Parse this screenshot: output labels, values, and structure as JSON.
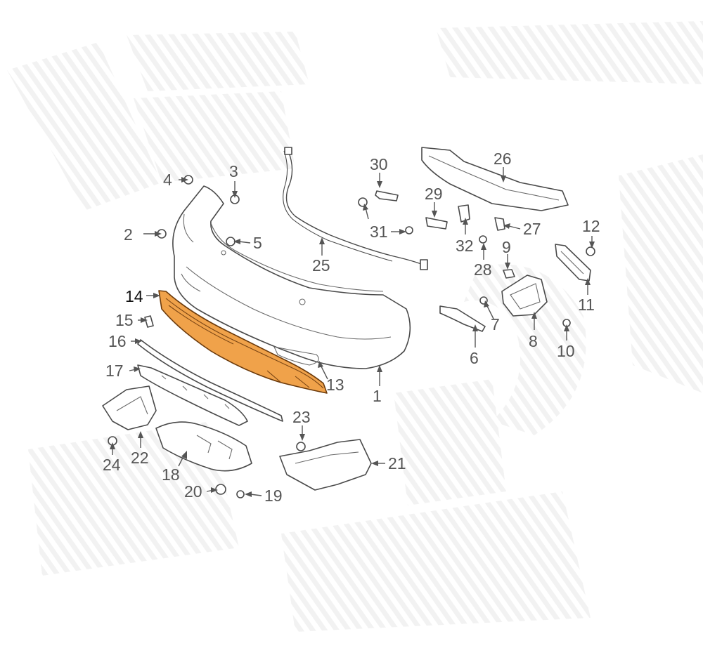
{
  "diagram": {
    "highlighted_part": "14",
    "highlight_color": "#f0a24a",
    "callouts": [
      "1",
      "2",
      "3",
      "4",
      "5",
      "6",
      "7",
      "8",
      "9",
      "10",
      "11",
      "12",
      "13",
      "14",
      "15",
      "16",
      "17",
      "18",
      "19",
      "20",
      "21",
      "22",
      "23",
      "24",
      "25",
      "26",
      "27",
      "28",
      "29",
      "30",
      "31",
      "32"
    ]
  }
}
